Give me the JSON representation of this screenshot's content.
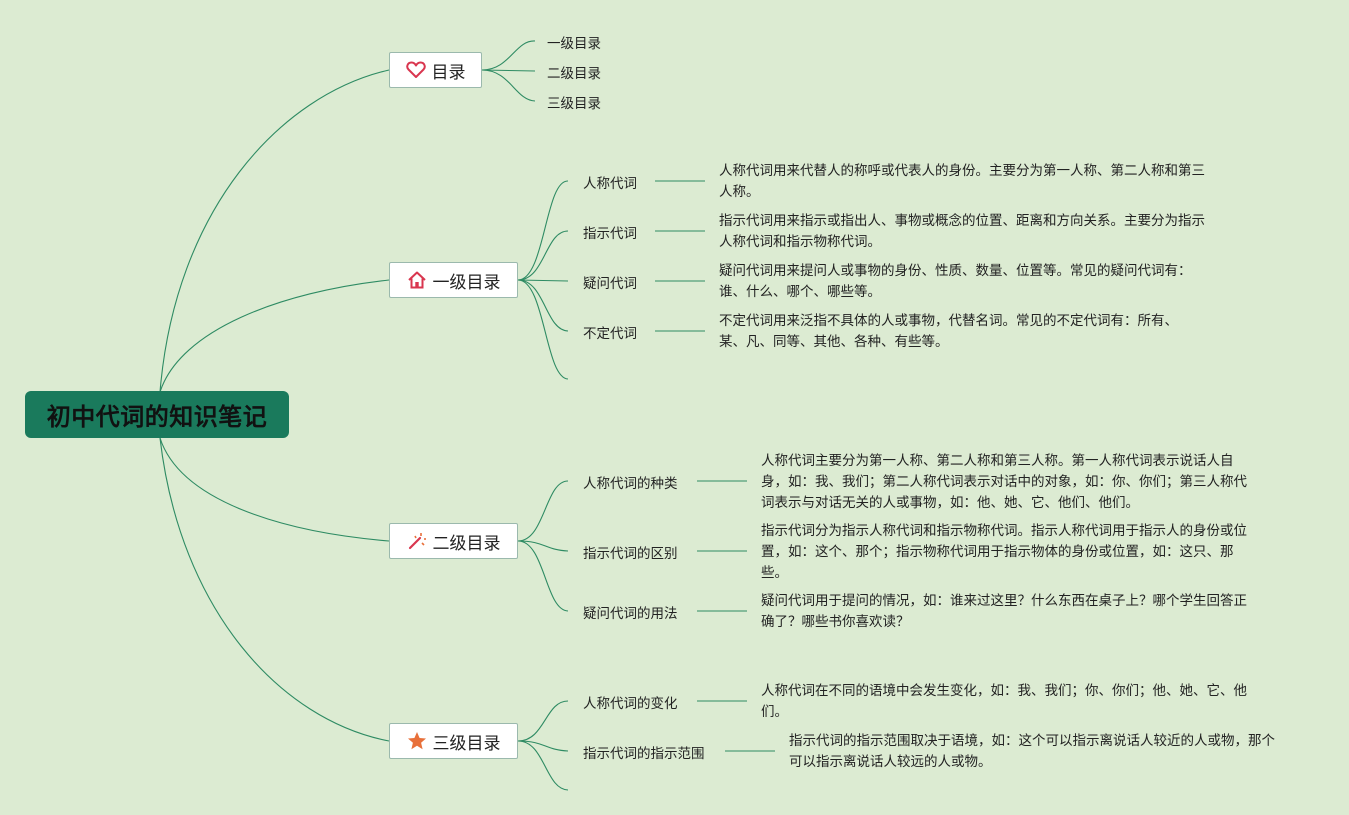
{
  "root": {
    "title": "初中代词的知识笔记"
  },
  "toc": {
    "label": "目录",
    "icon": "heart-icon",
    "items": [
      "一级目录",
      "二级目录",
      "三级目录"
    ]
  },
  "level1": {
    "label": "一级目录",
    "icon": "house-icon",
    "items": [
      {
        "label": "人称代词",
        "desc": "人称代词用来代替人的称呼或代表人的身份。主要分为第一人称、第二人称和第三人称。"
      },
      {
        "label": "指示代词",
        "desc": "指示代词用来指示或指出人、事物或概念的位置、距离和方向关系。主要分为指示人称代词和指示物称代词。"
      },
      {
        "label": "疑问代词",
        "desc": "疑问代词用来提问人或事物的身份、性质、数量、位置等。常见的疑问代词有：谁、什么、哪个、哪些等。"
      },
      {
        "label": "不定代词",
        "desc": "不定代词用来泛指不具体的人或事物，代替名词。常见的不定代词有：所有、某、凡、同等、其他、各种、有些等。"
      }
    ]
  },
  "level2": {
    "label": "二级目录",
    "icon": "magic-wand-icon",
    "items": [
      {
        "label": "人称代词的种类",
        "desc": "人称代词主要分为第一人称、第二人称和第三人称。第一人称代词表示说话人自身，如：我、我们；第二人称代词表示对话中的对象，如：你、你们；第三人称代词表示与对话无关的人或事物，如：他、她、它、他们、他们。"
      },
      {
        "label": "指示代词的区别",
        "desc": "指示代词分为指示人称代词和指示物称代词。指示人称代词用于指示人的身份或位置，如：这个、那个；指示物称代词用于指示物体的身份或位置，如：这只、那些。"
      },
      {
        "label": "疑问代词的用法",
        "desc": "疑问代词用于提问的情况，如：谁来过这里？什么东西在桌子上？哪个学生回答正确了？哪些书你喜欢读？"
      }
    ]
  },
  "level3": {
    "label": "三级目录",
    "icon": "star-icon",
    "items": [
      {
        "label": "人称代词的变化",
        "desc": "人称代词在不同的语境中会发生变化，如：我、我们；你、你们；他、她、它、他们。"
      },
      {
        "label": "指示代词的指示范围",
        "desc": "指示代词的指示范围取决于语境，如：这个可以指示离说话人较近的人或物，那个可以指示离说话人较远的人或物。"
      }
    ]
  },
  "colors": {
    "line": "#2e8b63",
    "root_bg": "#1a7a5c",
    "background": "#dcebd2"
  }
}
